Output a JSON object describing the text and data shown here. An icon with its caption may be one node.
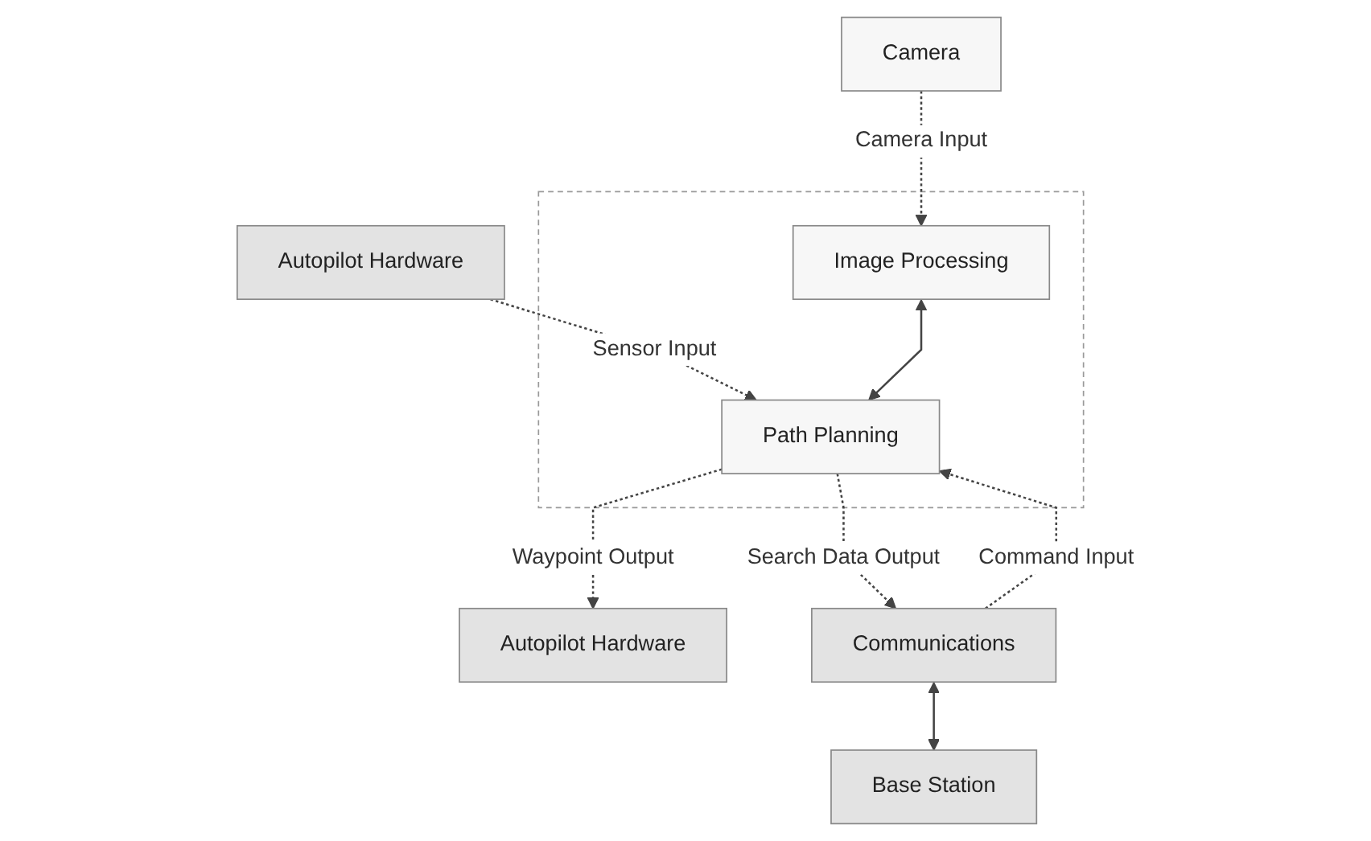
{
  "diagram": {
    "nodes": [
      {
        "text": [],
        "shape": "box"
      },
      {
        "text": [
          "Camera"
        ]
      },
      {
        "text": [
          "Image Processing"
        ],
        "in": 0
      },
      {
        "text": [
          "Autopilot Hardware"
        ]
      },
      {
        "text": [
          "Path Planning"
        ],
        "in": 0
      },
      {
        "text": [
          "Autopilot Hardware"
        ]
      },
      {
        "text": [
          "Communications"
        ]
      },
      {
        "text": [
          "Base Station"
        ]
      }
    ],
    "edges": [
      {
        "from": 1,
        "to": 2,
        "arrow": "to",
        "label": "Camera Input",
        "style": "dashed"
      },
      {
        "from": 3,
        "to": 4,
        "arrow": "to",
        "label": "Sensor Input",
        "style": "dashed"
      },
      {
        "from": 2,
        "to": 4,
        "arrow": "both"
      },
      {
        "from": 4,
        "to": 5,
        "arrow": "to",
        "label": "Waypoint Output",
        "style": "dashed"
      },
      {
        "from": 6,
        "to": 4,
        "arrow": "to",
        "label": "Command Input",
        "style": "dashed"
      },
      {
        "from": 4,
        "to": 6,
        "arrow": "to",
        "label": "Search Data Output",
        "style": "dashed"
      },
      {
        "from": 6,
        "to": 7,
        "arrow": "both"
      }
    ]
  }
}
